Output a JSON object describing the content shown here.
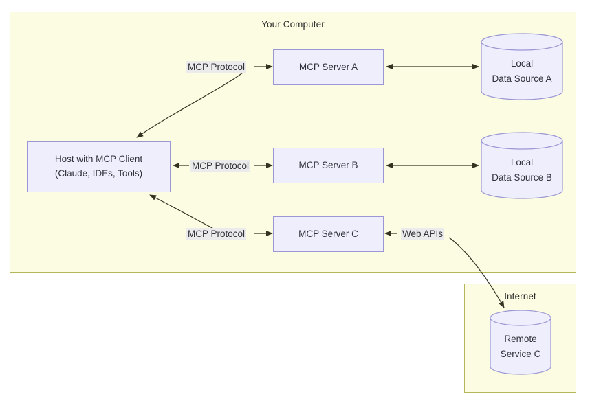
{
  "diagram": {
    "type": "architecture-diagram",
    "title_visible": false,
    "groups": [
      {
        "id": "your-computer",
        "label": "Your Computer",
        "fill": "#fcfce3",
        "stroke": "#b5b55a"
      },
      {
        "id": "internet",
        "label": "Internet",
        "fill": "#fcfce3",
        "stroke": "#b5b55a"
      }
    ],
    "nodes": {
      "host": {
        "line1": "Host with MCP Client",
        "line2": "(Claude, IDEs, Tools)"
      },
      "server_a": {
        "label": "MCP Server A"
      },
      "server_b": {
        "label": "MCP Server B"
      },
      "server_c": {
        "label": "MCP Server C"
      },
      "data_source_a": {
        "line1": "Local",
        "line2": "Data Source A"
      },
      "data_source_b": {
        "line1": "Local",
        "line2": "Data Source B"
      },
      "remote_service_c": {
        "line1": "Remote",
        "line2": "Service C"
      }
    },
    "edge_labels": {
      "protocol_a": "MCP Protocol",
      "protocol_b": "MCP Protocol",
      "protocol_c": "MCP Protocol",
      "web_apis": "Web APIs"
    },
    "colors": {
      "group_fill": "#fcfce3",
      "group_stroke": "#b5b55a",
      "node_fill": "#eeeefd",
      "node_stroke": "#9b97d4",
      "edge_stroke": "#333322",
      "label_fill": "#ebebeb",
      "text": "#31313a"
    }
  }
}
